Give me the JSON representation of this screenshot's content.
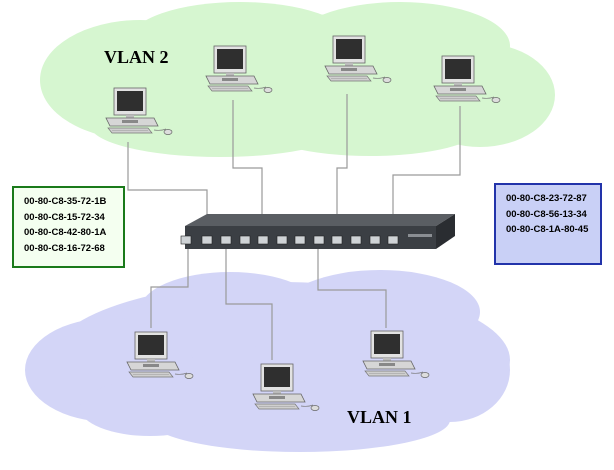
{
  "vlan2": {
    "label": "VLAN 2",
    "color": "#d6f6d0"
  },
  "vlan1": {
    "label": "VLAN 1",
    "color": "#d3d5f7"
  },
  "mac_list_left": [
    "00-80-C8-35-72-1B",
    "00-80-C8-15-72-34",
    "00-80-C8-42-80-1A",
    "00-80-C8-16-72-68"
  ],
  "mac_list_right": [
    "00-80-C8-23-72-87",
    "00-80-C8-56-13-34",
    "00-80-C8-1A-80-45"
  ],
  "switch": {
    "icon": "network-switch-icon",
    "port_count": 12
  },
  "computer_icon": "desktop-computer-icon"
}
